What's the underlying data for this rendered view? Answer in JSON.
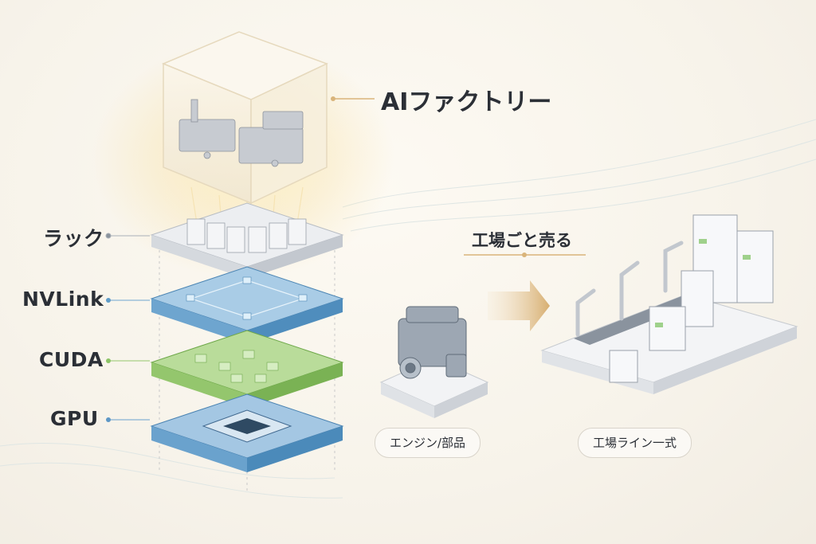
{
  "title": "AIファクトリー",
  "layers": [
    {
      "label": "ラック",
      "color": "#c9ccd2"
    },
    {
      "label": "NVLink",
      "color": "#5f9cc8"
    },
    {
      "label": "CUDA",
      "color": "#8cc466"
    },
    {
      "label": "GPU",
      "color": "#5d97c6"
    }
  ],
  "arrow_label": "工場ごと売る",
  "items": {
    "engine_label": "エンジン/部品",
    "factory_label": "工場ライン一式"
  },
  "colors": {
    "accent": "#d9b47a",
    "text": "#2b2f36",
    "cube_glow": "#f6e3b0"
  }
}
